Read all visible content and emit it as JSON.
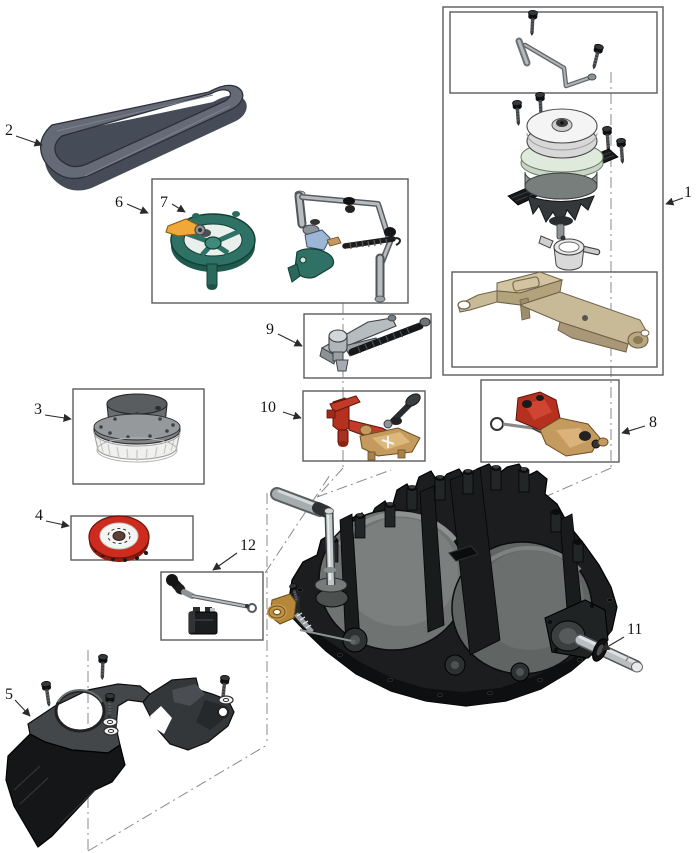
{
  "figure": {
    "kind": "exploded-parts-diagram",
    "subject": "transaxle-assembly",
    "background": "#ffffff"
  },
  "colors": {
    "box_border": "#5a5a5a",
    "phantom": "#8a8a8a",
    "leader": "#2a2a2a",
    "label": "#141414",
    "belt": "#646a76",
    "belt_dark": "#454b57",
    "teal": "#2f7265",
    "teal_dark": "#123f36",
    "teal_light": "#3f8a7a",
    "orange": "#f0a838",
    "red": "#b5301f",
    "red_bright": "#cc2b1d",
    "tan_bracket": "#c9ba97",
    "tan_part": "#c49a5e",
    "brass": "#b5873b",
    "steel": "#b7bcc0",
    "steel_dark": "#565a5e",
    "pale_green": "#dfe9dc",
    "white_part": "#f4f4f4",
    "blue_gray": "#9db6d6",
    "housing": "#1b1d1e",
    "housing_gray": "#6f7372",
    "housing_gray2": "#606463"
  },
  "callouts": [
    {
      "label": "1",
      "part": "pulley-fan-kit"
    },
    {
      "label": "2",
      "part": "drive-belt"
    },
    {
      "label": "3",
      "part": "clutch-pulley"
    },
    {
      "label": "4",
      "part": "brake-disc"
    },
    {
      "label": "5",
      "part": "lower-cover"
    },
    {
      "label": "6",
      "part": "fan-and-linkage-kit"
    },
    {
      "label": "7",
      "part": "fan-wheel-lever"
    },
    {
      "label": "8",
      "part": "bypass-bracket-assembly"
    },
    {
      "label": "9",
      "part": "brake-lever-spring"
    },
    {
      "label": "10",
      "part": "control-arm-assembly"
    },
    {
      "label": "11",
      "part": "axle-shaft"
    },
    {
      "label": "12",
      "part": "bypass-rod-switch"
    }
  ]
}
